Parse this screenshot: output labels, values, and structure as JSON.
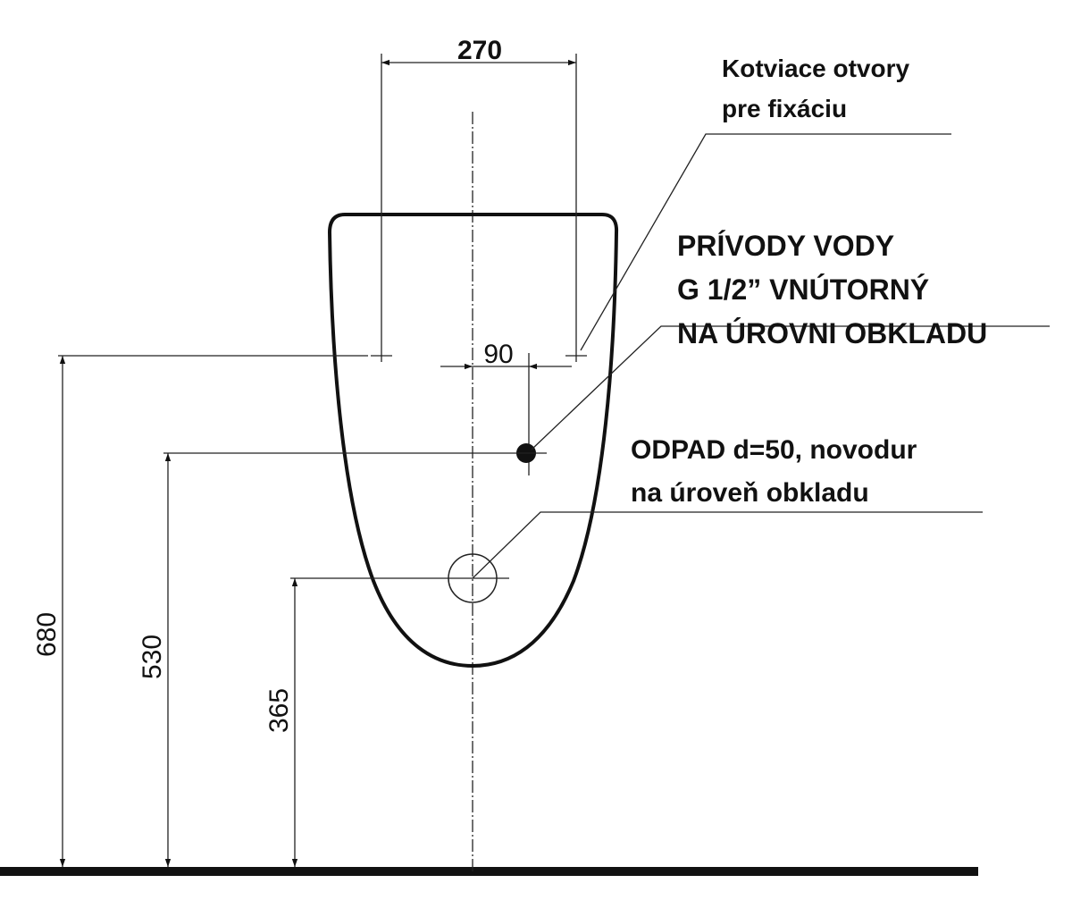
{
  "dimensions": {
    "anchor_spacing": "270",
    "water_offset": "90",
    "anchor_height": "680",
    "water_height": "530",
    "drain_height": "365"
  },
  "labels": {
    "anchors": [
      "Kotviace otvory",
      "pre fixáciu"
    ],
    "water_supply": [
      "PRÍVODY VODY",
      "G 1/2” VNÚTORNÝ",
      "NA ÚROVNI OBKLADU"
    ],
    "drain": [
      "ODPAD d=50, novodur",
      "na úroveň obkladu"
    ]
  },
  "colors": {
    "line": "#111111",
    "background": "#ffffff"
  }
}
